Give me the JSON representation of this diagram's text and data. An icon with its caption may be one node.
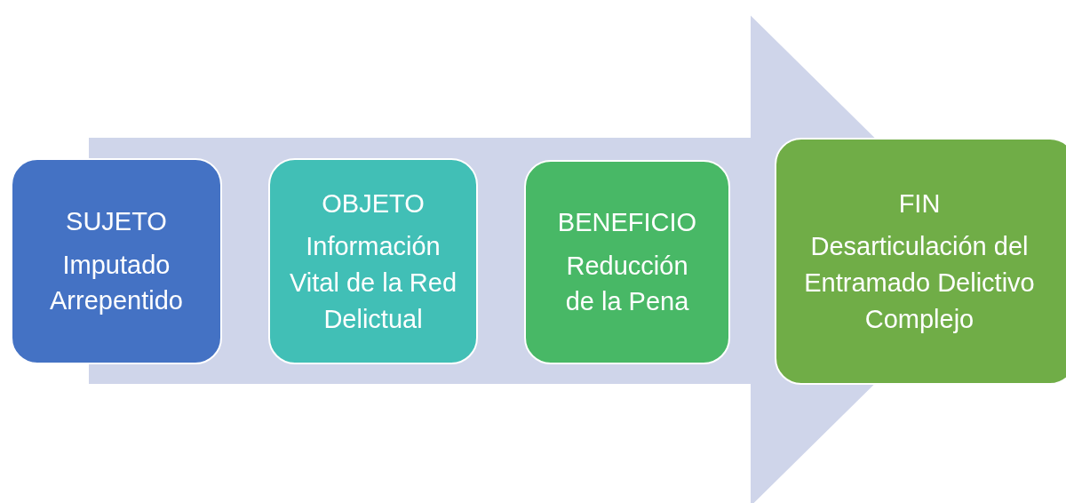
{
  "diagram": {
    "nodes": [
      {
        "text": [
          "SUJETO",
          "Imputado Arrepentido"
        ]
      },
      {
        "text": [
          "OBJETO",
          "Información Vital de la Red Delictual"
        ]
      },
      {
        "text": [
          "BENEFICIO",
          "Reducción de la Pena"
        ]
      },
      {
        "text": [
          "FIN",
          "Desarticulación del Entramado Delictivo Complejo"
        ]
      }
    ],
    "edges": [
      {
        "from": 0,
        "to": 3,
        "arrow": "to"
      }
    ]
  }
}
